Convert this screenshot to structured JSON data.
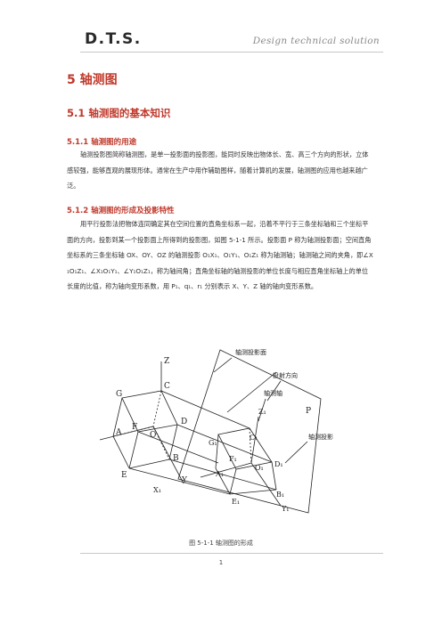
{
  "header": {
    "logo": "D.T.S.",
    "tagline": "Design technical solution"
  },
  "heading1": "5 轴测图",
  "heading2": "5.1 轴测图的基本知识",
  "section1": {
    "heading": "5.1.1 轴测图的用途",
    "text": "轴测投影图简称轴测图，是单一投影面的投影图，能同时反映出物体长、宽、高三个方向的形状，立体感较强，能够直观的展现形体。通常在生产中用作辅助图样，随着计算机的发展，轴测图的应用也越来越广泛。"
  },
  "section2": {
    "heading": "5.1.2 轴测图的形成及投影特性",
    "text": "用平行投影法把物体连同确定其在空间位置的直角坐标系一起，沿着不平行于三条坐标轴和三个坐标平面的方向，投影到某一个投影面上所得到的投影图，如图 5-1-1 所示。投影面 P 称为轴测投影面；空间直角坐标系的三条坐标轴 OX、OY、OZ 的轴测投影 O₁X₁、O₁Y₁、O₁Z₁ 称为轴测轴；轴测轴之间的夹角，即∠X₁O₁Z₁、∠X₁O₁Y₁、∠Y₁O₁Z₁，称为轴间角；直角坐标轴的轴测投影的单位长度与相应直角坐标轴上的单位长度的比值，称为轴向变形系数，用 P₁、q₁、r₁ 分别表示 X、Y、Z 轴的轴向变形系数。"
  },
  "figure": {
    "callouts": [
      "轴测投影面",
      "投射方向",
      "轴测轴",
      "轴测投影",
      "P"
    ],
    "points": [
      "Z",
      "G",
      "C",
      "D",
      "A",
      "F",
      "O",
      "B",
      "E",
      "Y",
      "X₁",
      "G₁",
      "C₁",
      "Z₁",
      "D₁",
      "A₁",
      "F₁",
      "O₁",
      "B₁",
      "E₁",
      "Y₁"
    ],
    "caption": "图 5-1-1  轴测图的形成"
  },
  "footer": {
    "page_number": "1"
  }
}
